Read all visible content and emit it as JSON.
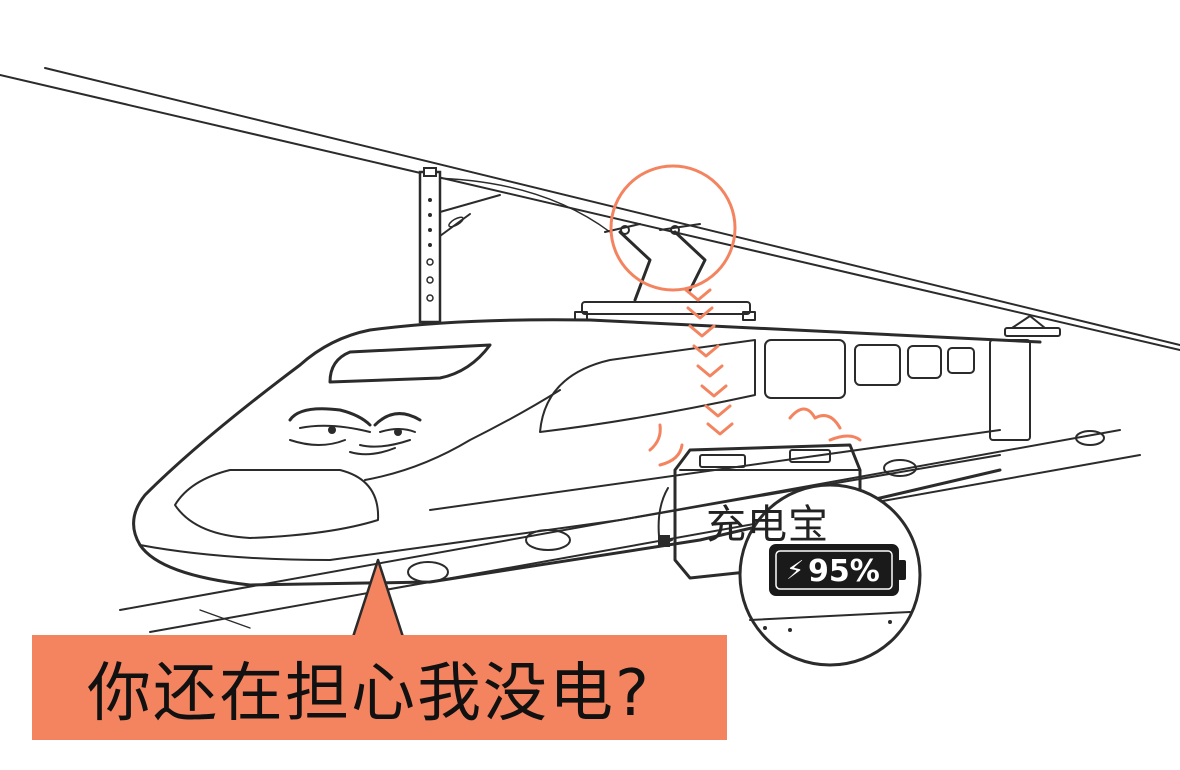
{
  "caption": {
    "text": "你还在担心我没电?"
  },
  "power_bank": {
    "label": "充电宝",
    "battery_percent": "95%",
    "battery_level": 0.95
  },
  "icons": {
    "bolt": "⚡"
  },
  "colors": {
    "accent": "#f4845f",
    "caption_bg": "#f4845f",
    "ink": "#2b2b2b",
    "battery_body": "#1a1a1a"
  }
}
